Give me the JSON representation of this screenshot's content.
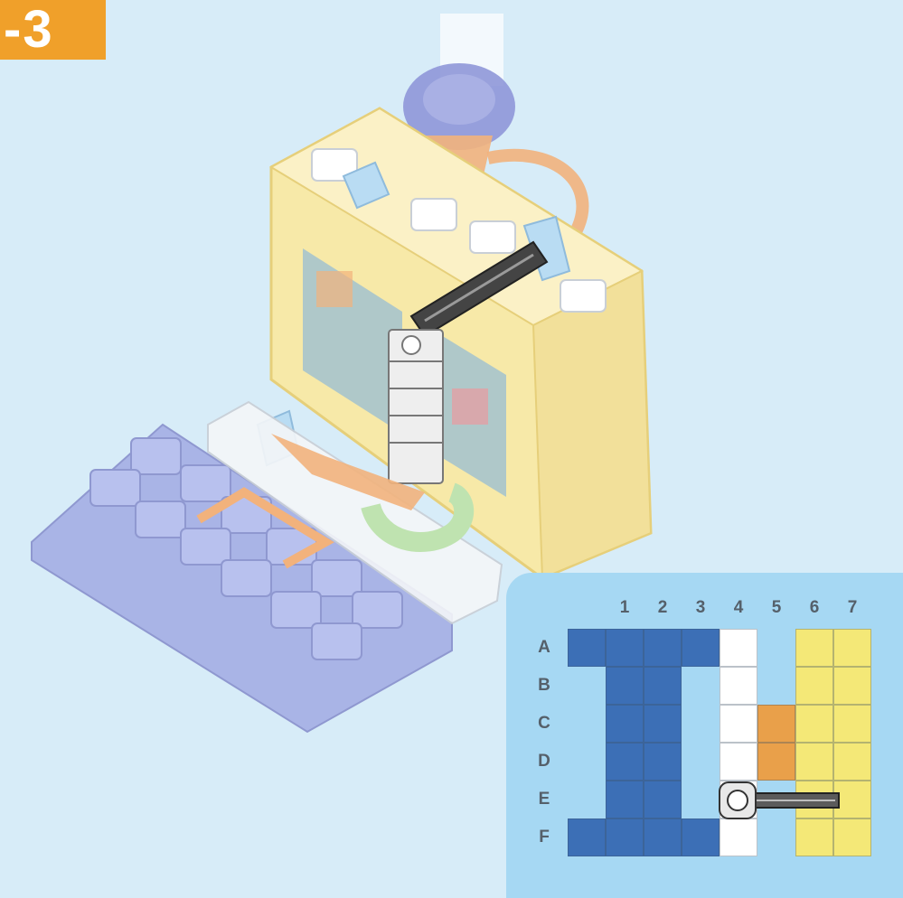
{
  "step_label": "-3",
  "grid": {
    "columns": [
      "1",
      "2",
      "3",
      "4",
      "5",
      "6",
      "7"
    ],
    "rows": [
      "A",
      "B",
      "C",
      "D",
      "E",
      "F"
    ],
    "cells": [
      [
        "blue",
        "blue",
        "blue",
        "blue",
        "white",
        "empty",
        "yellow",
        "yellow"
      ],
      [
        "empty",
        "blue",
        "blue",
        "empty",
        "white",
        "empty",
        "yellow",
        "yellow"
      ],
      [
        "empty",
        "blue",
        "blue",
        "empty",
        "white",
        "orange",
        "yellow",
        "yellow"
      ],
      [
        "empty",
        "blue",
        "blue",
        "empty",
        "white",
        "orange",
        "yellow",
        "yellow"
      ],
      [
        "empty",
        "blue",
        "blue",
        "empty",
        "white",
        "empty",
        "yellow",
        "yellow"
      ],
      [
        "blue",
        "blue",
        "blue",
        "blue",
        "white",
        "empty",
        "yellow",
        "yellow"
      ]
    ],
    "colors": {
      "blue": "#3c6fb6",
      "white": "#ffffff",
      "orange": "#e9a04a",
      "yellow": "#f4e877",
      "empty": "#a6d8f3"
    }
  },
  "colors": {
    "background": "#d7ecf8",
    "badge": "#f0a02a",
    "panel": "#a6d8f3",
    "house": "#f7e9a8",
    "base": "#a9b4e6",
    "connector": "#f2b27c",
    "funnel": "#8f97d8",
    "rail": "#555555"
  }
}
